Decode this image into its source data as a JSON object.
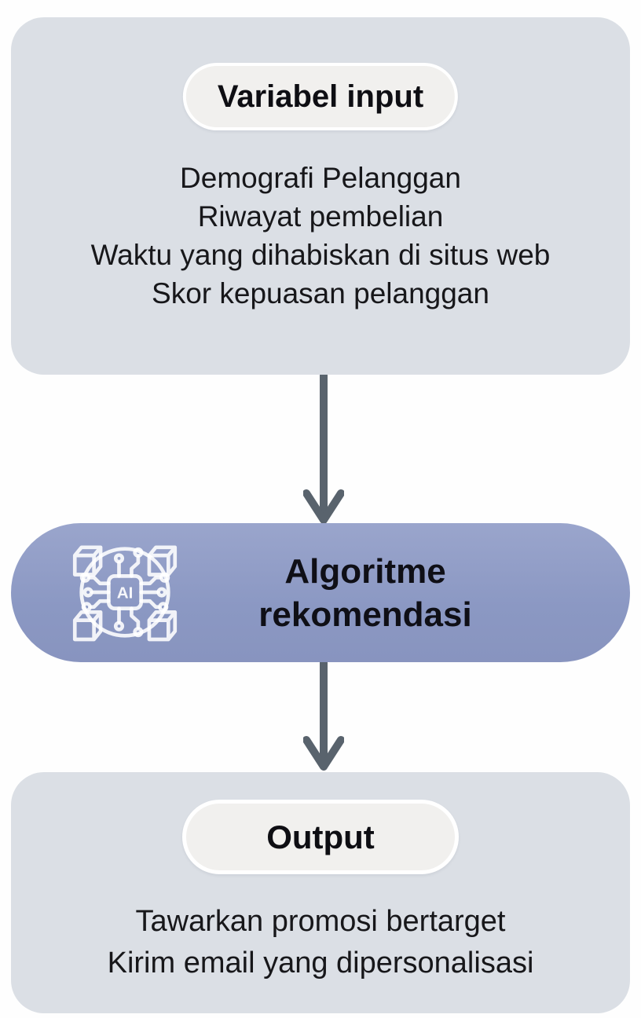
{
  "flow": {
    "input": {
      "label": "Variabel input",
      "items": [
        "Demografi Pelanggan",
        "Riwayat pembelian",
        "Waktu yang dihabiskan di situs web",
        "Skor kepuasan pelanggan"
      ]
    },
    "process": {
      "label": "Algoritme rekomendasi",
      "label_lines": [
        "Algoritme",
        "rekomendasi"
      ],
      "icon": "ai-chip-circuit-icon",
      "chip_text": "AI"
    },
    "output": {
      "label": "Output",
      "items": [
        "Tawarkan promosi bertarget",
        "Kirim email yang dipersonalisasi"
      ]
    },
    "colors": {
      "stage_box_bg": "#dbdfe5",
      "label_pill_bg": "#f1f0ee",
      "label_pill_border": "#ffffff",
      "process_pill_bg": "#8f9cc5",
      "arrow": "#59636d",
      "text": "#17171a",
      "icon_stroke": "#ffffff"
    }
  }
}
